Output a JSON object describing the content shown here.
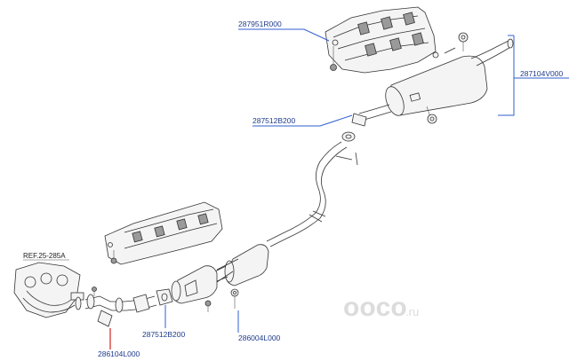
{
  "labels": {
    "heat_shield_rear": "287951R000",
    "muffler_rear": "287104V000",
    "gasket_rear": "287512B200",
    "ref": "REF.25-285A",
    "gasket_front": "287512B200",
    "center_pipe": "286004L000",
    "front_pipe": "286104L000"
  },
  "watermark": {
    "logo": "ooco",
    "suffix": ".ru"
  },
  "colors": {
    "label": "#1f3b8c",
    "leader": "#2f5fd0",
    "highlight": "#d02020"
  }
}
